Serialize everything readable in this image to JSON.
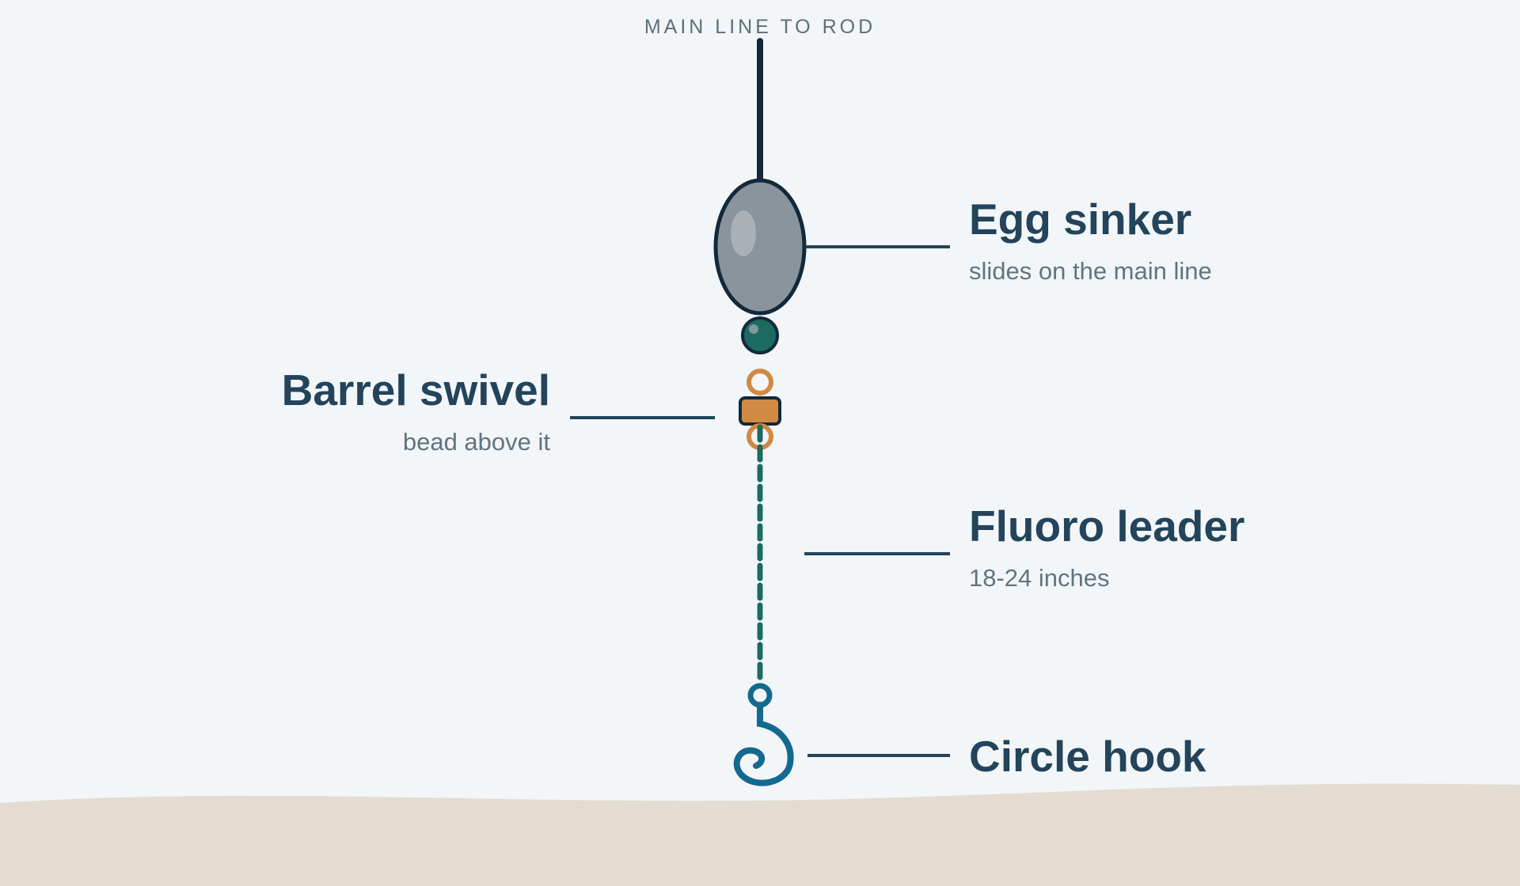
{
  "top_caption": "MAIN LINE TO ROD",
  "labels": {
    "egg_sinker": {
      "name": "Egg sinker",
      "note": "slides on the main line"
    },
    "barrel_swivel": {
      "name": "Barrel swivel",
      "note": "bead above it"
    },
    "fluoro_leader": {
      "name": "Fluoro leader",
      "note": "18-24 inches"
    },
    "circle_hook": {
      "name": "Circle hook"
    }
  },
  "colors": {
    "background": "#f2f6f8",
    "seabed": "#e4dcd1",
    "main_line": "#13293a",
    "sinker_fill": "#8a949c",
    "bead_fill": "#1c6b62",
    "swivel": "#d08a44",
    "leader": "#1c6b62",
    "hook": "#14698f",
    "label_title": "#23445a",
    "label_note": "#617480",
    "leader_line": "#23445a"
  }
}
